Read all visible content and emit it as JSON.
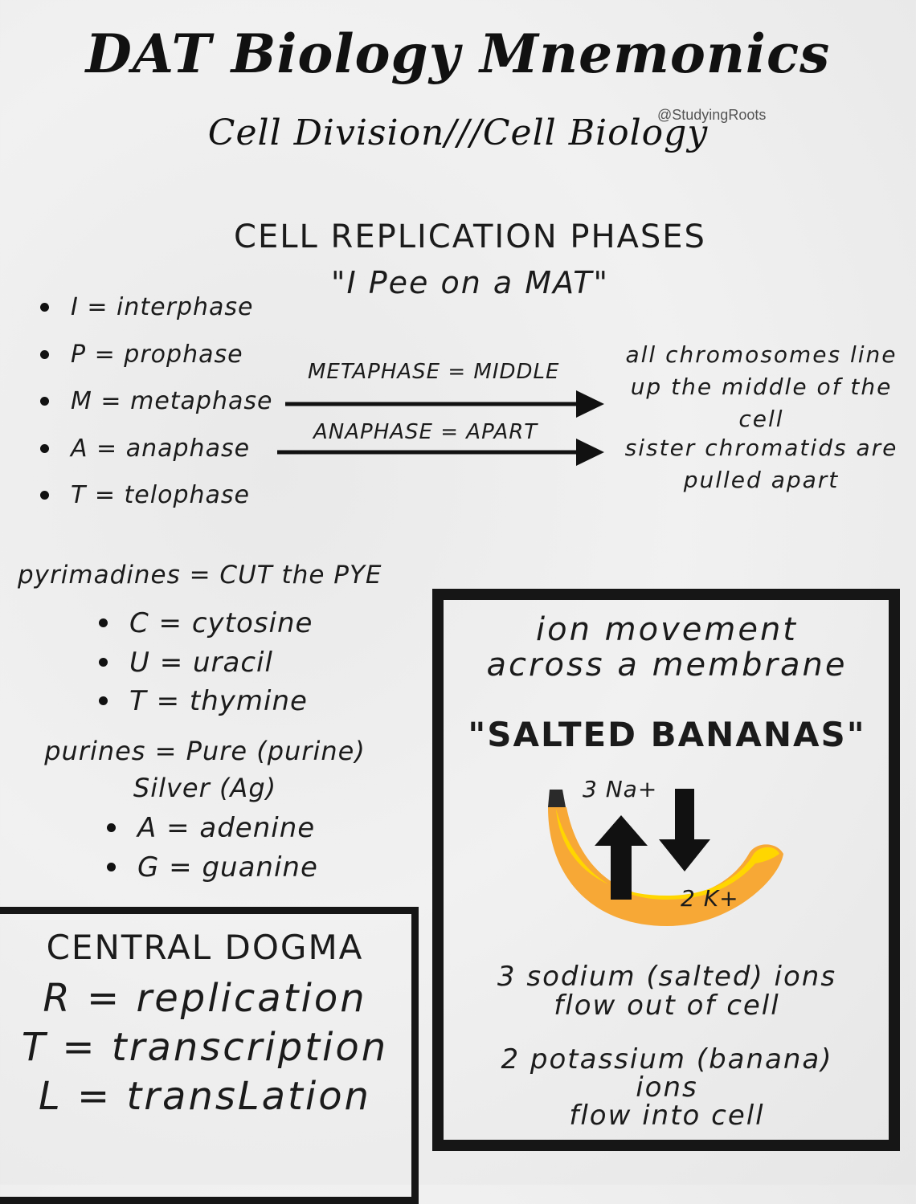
{
  "header": {
    "title": "DAT Biology Mnemonics",
    "handle": "@StudyingRoots",
    "subtitle": "Cell Division///Cell Biology"
  },
  "replication": {
    "heading": "CELL REPLICATION PHASES",
    "mnemonic": "\"I Pee on a MAT\"",
    "phases": [
      "I = interphase",
      "P = prophase",
      "M = metaphase",
      "A = anaphase",
      "T = telophase"
    ],
    "metaphase_label": "METAPHASE = MIDDLE",
    "metaphase_desc_1": "all chromosomes line",
    "metaphase_desc_2": "up the middle of the",
    "metaphase_desc_3": "cell",
    "anaphase_label": "ANAPHASE = APART",
    "anaphase_desc_1": "sister chromatids are",
    "anaphase_desc_2": "pulled apart"
  },
  "pyrimidines": {
    "heading": "pyrimadines = CUT the PYE",
    "items": [
      "C = cytosine",
      "U = uracil",
      "T = thymine"
    ]
  },
  "purines": {
    "heading_1": "purines = Pure (purine)",
    "heading_2": "Silver (Ag)",
    "items": [
      "A = adenine",
      "G = guanine"
    ]
  },
  "dogma": {
    "heading": "CENTRAL DOGMA",
    "lines": [
      "R = replication",
      "T = transcription",
      "L = transLation"
    ]
  },
  "ions": {
    "heading_1": "ion movement",
    "heading_2": "across a membrane",
    "mnemonic": "\"SALTED BANANAS\"",
    "na_label": "3 Na+",
    "k_label": "2 K+",
    "sodium_1": "3 sodium (salted) ions",
    "sodium_2": "flow out of cell",
    "potassium_1": "2 potassium (banana)",
    "potassium_2": "ions",
    "potassium_3": "flow into cell"
  },
  "colors": {
    "banana_yellow": "#ffd600",
    "banana_orange": "#f7a836",
    "ink": "#111111"
  }
}
